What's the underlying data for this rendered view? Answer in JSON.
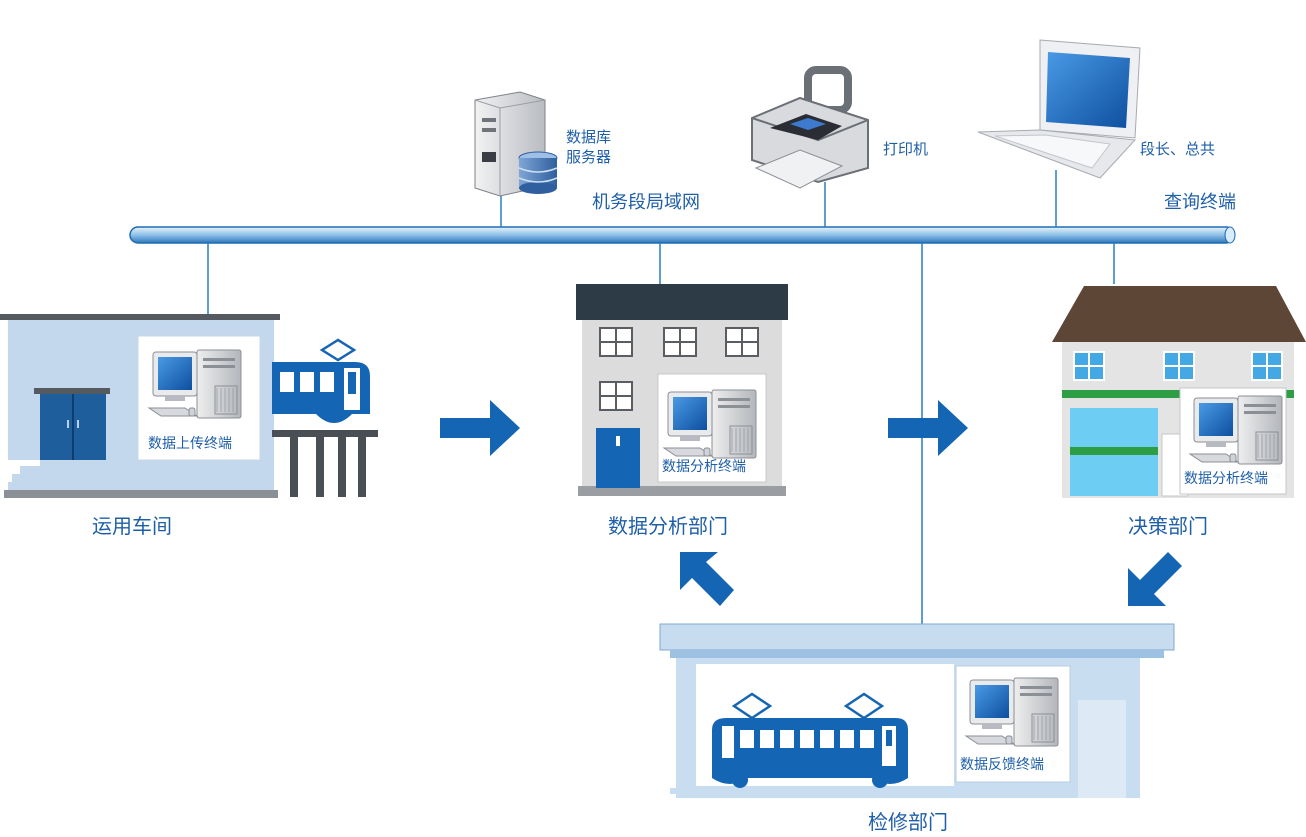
{
  "network": {
    "lan_label": "机务段局域网",
    "query_terminal_label": "查询终端"
  },
  "devices": {
    "db_server_label_line1": "数据库",
    "db_server_label_line2": "服务器",
    "printer_label": "打印机",
    "laptop_label": "段长、总共"
  },
  "buildings": {
    "operation_workshop": {
      "name": "运用车间",
      "terminal_label": "数据上传终端"
    },
    "analysis_dept": {
      "name": "数据分析部门",
      "terminal_label": "数据分析终端"
    },
    "decision_dept": {
      "name": "决策部门",
      "terminal_label": "数据分析终端"
    },
    "maintenance_dept": {
      "name": "检修部门",
      "terminal_label": "数据反馈终端"
    }
  },
  "colors": {
    "accent_blue": "#1565b5",
    "text_blue": "#1f5fa8",
    "line_blue": "#2a7cc0",
    "light_blue": "#c6dcef"
  }
}
